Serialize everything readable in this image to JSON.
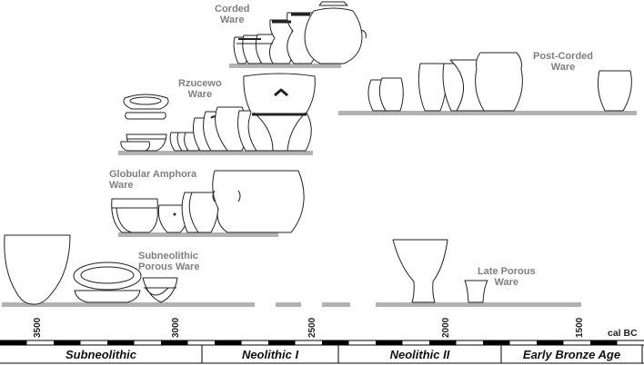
{
  "figure": {
    "groups": [
      {
        "id": "corded",
        "label": "Corded\nWare"
      },
      {
        "id": "post-corded",
        "label": "Post-Corded\nWare"
      },
      {
        "id": "rzucewo",
        "label": "Rzucewo\nWare"
      },
      {
        "id": "globular",
        "label": "Globular Amphora\nWare"
      },
      {
        "id": "subneolithic",
        "label": "Subneolithic\nPorous Ware"
      },
      {
        "id": "late-porous",
        "label": "Late Porous\nWare"
      }
    ],
    "axis": {
      "unit": "cal BC",
      "ticks": [
        "3500",
        "3000",
        "2500",
        "2000",
        "1500"
      ]
    },
    "periods": [
      "Subneolithic",
      "Neolithic I",
      "Neolithic II",
      "Early Bronze Age"
    ],
    "colors": {
      "band": "#b2b2b2",
      "label": "#7f7f7f",
      "ink": "#222222"
    }
  }
}
